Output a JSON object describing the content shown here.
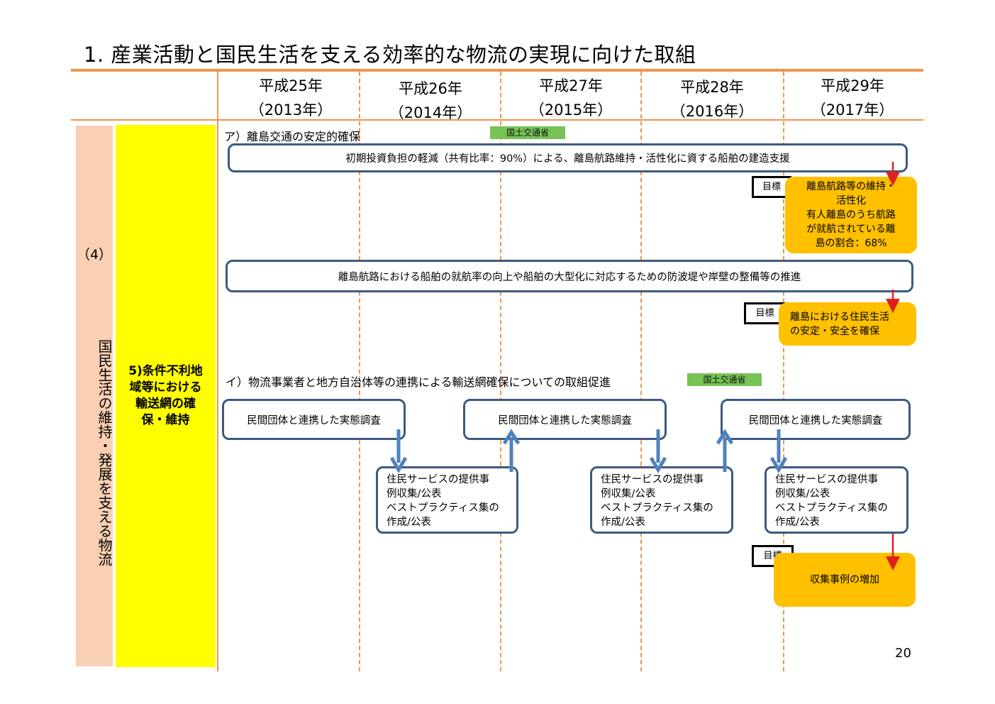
{
  "title": "1. 産業活動と国民生活を支える効率的な物流の実現に向けた取組",
  "years": [
    {
      "era": "平成25年",
      "western": "（2013年）"
    },
    {
      "era": "平成26年",
      "western": "（2014年）"
    },
    {
      "era": "平成27年",
      "western": "（2015年）"
    },
    {
      "era": "平成28年",
      "western": "（2016年）"
    },
    {
      "era": "平成29年",
      "western": "（2017年）"
    }
  ],
  "category": {
    "number": "（4）",
    "label": "国民生活の維持・発展を支える物流"
  },
  "subcategory": "5)条件不利地域等における輸送網の確保・維持",
  "section_a": {
    "title": "ア）離島交通の安定的確保",
    "agency": "国土交通省",
    "measure1": "初期投資負担の軽減（共有比率：90%）による、離島航路維持・活性化に資する船舶の建造支援",
    "goal1_label": "目標",
    "goal1": "離島航路等の維持・\n活性化\n有人離島のうち航路\nが就航されている離\n島の割合：68%",
    "measure2": "離島航路における船舶の就航率の向上や船舶の大型化に対応するための防波堤や岸壁の整備等の推進",
    "goal2_label": "目標",
    "goal2": "離島における住民生活\nの安定・安全を確保"
  },
  "section_i": {
    "title": "イ）物流事業者と地方自治体等の連携による輸送網確保についての取組促進",
    "agency": "国土交通省",
    "survey": [
      "民間団体と連携した実態調査",
      "民間団体と連携した実態調査",
      "民間団体と連携した実態調査"
    ],
    "cases": [
      "住民サービスの提供事\n例収集/公表\nベストプラクティス集の\n作成/公表",
      "住民サービスの提供事\n例収集/公表\nベストプラクティス集の\n作成/公表",
      "住民サービスの提供事\n例収集/公表\nベストプラクティス集の\n作成/公表"
    ],
    "goal_label": "目標",
    "goal": "収集事例の増加"
  },
  "page_number": "20",
  "colors": {
    "accent_orange": "#f0964a",
    "band_peach": "#f9d0b4",
    "band_yellow": "#ffff00",
    "goal_orange": "#ffc000",
    "tag_green": "#77c356",
    "box_border": "#3d5a80",
    "arrow_blue": "#4f81bd",
    "arrow_red": "#e02020"
  }
}
